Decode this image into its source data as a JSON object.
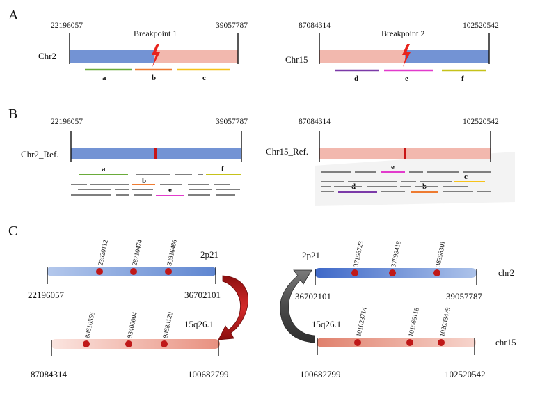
{
  "panels": {
    "A": "A",
    "B": "B",
    "C": "C"
  },
  "A": {
    "chr2": {
      "label": "Chr2",
      "start": "22196057",
      "end": "39057787",
      "breakpoint": "Breakpoint 1",
      "segments": [
        {
          "name": "a",
          "color": "#6aab3a"
        },
        {
          "name": "b",
          "color": "#ee7b31"
        },
        {
          "name": "c",
          "color": "#f6c21a"
        }
      ]
    },
    "chr15": {
      "label": "Chr15",
      "start": "87084314",
      "end": "102520542",
      "breakpoint": "Breakpoint 2",
      "segments": [
        {
          "name": "d",
          "color": "#7b3aa8"
        },
        {
          "name": "e",
          "color": "#e23bcc"
        },
        {
          "name": "f",
          "color": "#c6c21a"
        }
      ]
    }
  },
  "B": {
    "chr2": {
      "label": "Chr2_Ref.",
      "start": "22196057",
      "end": "39057787",
      "reads": [
        {
          "name": "a",
          "color": "#6aab3a"
        },
        {
          "name": "f",
          "color": "#c6c21a"
        },
        {
          "name": "b",
          "color": "#ee7b31"
        },
        {
          "name": "e",
          "color": "#e23bcc"
        }
      ]
    },
    "chr15": {
      "label": "Chr15_Ref.",
      "start": "87084314",
      "end": "102520542",
      "reads": [
        {
          "name": "e",
          "color": "#e23bcc"
        },
        {
          "name": "c",
          "color": "#f6c21a"
        },
        {
          "name": "d",
          "color": "#7b3aa8"
        },
        {
          "name": "b",
          "color": "#ee7b31"
        }
      ]
    }
  },
  "C": {
    "left": {
      "top": {
        "band": "2p21",
        "start": "22196057",
        "end": "36702101",
        "markers": [
          "23520112",
          "28710474",
          "33916486"
        ]
      },
      "bottom": {
        "band": "15q26.1",
        "start": "87084314",
        "end": "100682799",
        "markers": [
          "88610555",
          "93400004",
          "98683120"
        ]
      }
    },
    "right": {
      "top": {
        "band": "2p21",
        "chrom": "chr2",
        "start": "36702101",
        "end": "39057787",
        "markers": [
          "37156723",
          "37899418",
          "38358301"
        ]
      },
      "bottom": {
        "band": "15q26.1",
        "chrom": "chr15",
        "start": "100682799",
        "end": "102520542",
        "markers": [
          "101023714",
          "101566118",
          "102033479"
        ]
      }
    }
  },
  "colors": {
    "blue": "#7393d4",
    "pink": "#f2b8ae",
    "breakpoint_red": "#e8231c",
    "marker_red": "#c01818",
    "read_gray": "#7f7f7f"
  }
}
